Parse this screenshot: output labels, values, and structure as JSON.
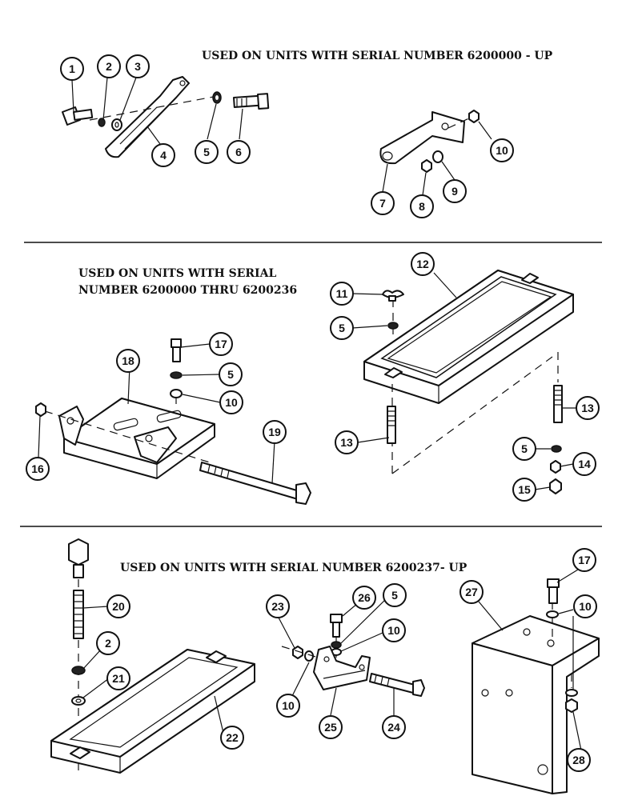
{
  "captions": {
    "section1": "USED ON UNITS WITH SERIAL NUMBER 6200000 - UP",
    "section2_line1": "USED ON UNITS WITH SERIAL",
    "section2_line2": "NUMBER 6200000 THRU 6200236",
    "section3": "USED ON UNITS WITH SERIAL NUMBER 6200237- UP"
  },
  "callouts": {
    "c1": "1",
    "c2": "2",
    "c3": "3",
    "c4": "4",
    "c5": "5",
    "c6": "6",
    "c7": "7",
    "c8": "8",
    "c9": "9",
    "c10": "10",
    "c11": "11",
    "c12": "12",
    "c13a": "13",
    "c13b": "13",
    "c5b": "5",
    "c5c": "5",
    "c14": "14",
    "c15": "15",
    "c16": "16",
    "c17": "17",
    "c18": "18",
    "c19": "19",
    "c5d": "5",
    "c10b": "10",
    "c20": "20",
    "c2b": "2",
    "c21": "21",
    "c22": "22",
    "c23": "23",
    "c26": "26",
    "c5e": "5",
    "c10c": "10",
    "c10d": "10",
    "c25": "25",
    "c24": "24",
    "c27": "27",
    "c17b": "17",
    "c10e": "10",
    "c28": "28"
  }
}
